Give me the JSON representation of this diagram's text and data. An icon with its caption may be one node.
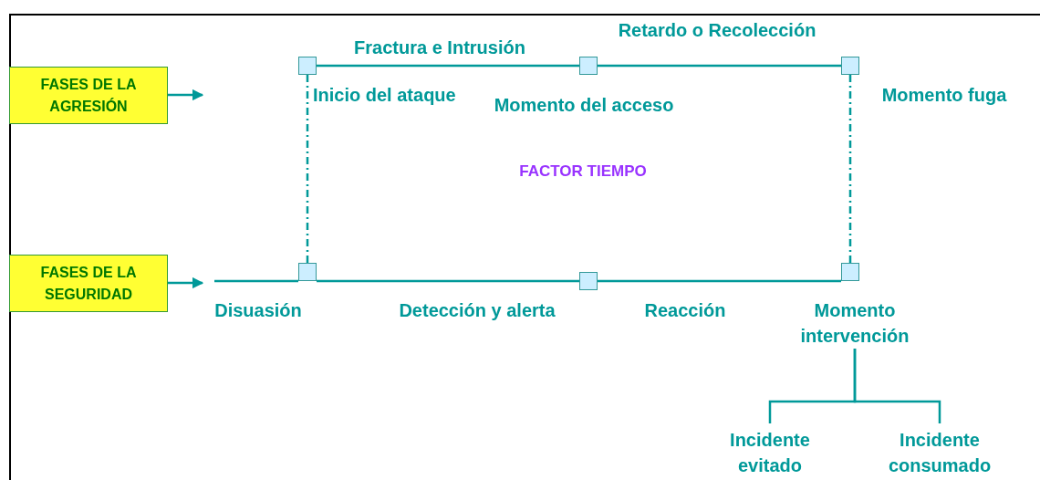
{
  "diagram": {
    "nodes": [
      {
        "text": [
          "FASES DE LA AGRESIÓN"
        ]
      },
      {
        "text": [],
        "shape": "box",
        "beside": [
          "Inicio del ataque"
        ]
      },
      {
        "text": [],
        "shape": "box",
        "beside": [
          "Momento del acceso"
        ]
      },
      {
        "text": [],
        "shape": "box",
        "beside": [
          "Momento fuga"
        ]
      },
      {
        "text": [
          "FASES DE LA SEGURIDAD"
        ]
      },
      {
        "text": [],
        "shape": "box"
      },
      {
        "text": [],
        "shape": "box"
      },
      {
        "text": [],
        "shape": "box"
      },
      {
        "text": [
          "Momento intervención"
        ]
      },
      {
        "text": [
          "Incidente evitado"
        ]
      },
      {
        "text": [
          "Incidente consumado"
        ]
      }
    ],
    "edges": [
      {
        "from": 0,
        "to": null,
        "arrow": "to"
      },
      {
        "from": 1,
        "to": 2,
        "arrow": "none",
        "label": "Fractura e Intrusión"
      },
      {
        "from": 2,
        "to": 3,
        "arrow": "none",
        "label": "Retardo o Recolección"
      },
      {
        "from": 4,
        "to": null,
        "arrow": "to"
      },
      {
        "from": null,
        "to": 5,
        "arrow": "none",
        "label": "Disuasión"
      },
      {
        "from": 5,
        "to": 6,
        "arrow": "none",
        "label": "Detección y alerta"
      },
      {
        "from": 6,
        "to": 7,
        "arrow": "none",
        "label": "Reacción"
      },
      {
        "from": 1,
        "to": 5,
        "arrow": "none",
        "style": "dashed"
      },
      {
        "from": 3,
        "to": 7,
        "arrow": "none",
        "style": "dashed"
      },
      {
        "from": 8,
        "to": 9,
        "arrow": "none"
      },
      {
        "from": 8,
        "to": 10,
        "arrow": "none"
      }
    ],
    "labels": [
      "FACTOR TIEMPO"
    ]
  }
}
